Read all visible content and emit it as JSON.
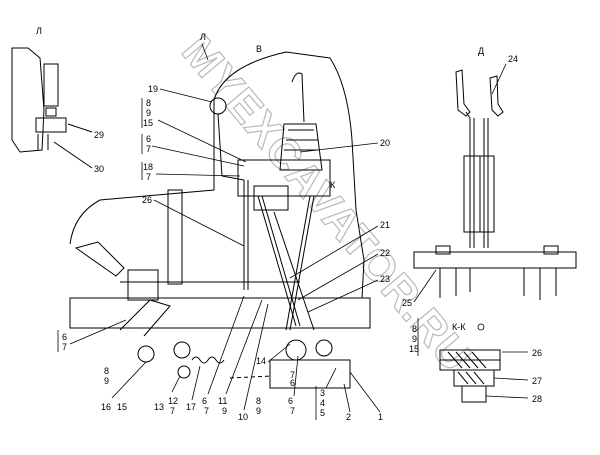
{
  "views": {
    "L": "Л",
    "V": "В",
    "D": "Д",
    "K": "К",
    "KK": "К-К"
  },
  "callouts": {
    "c1": "1",
    "c2": "2",
    "c3": "3",
    "c4": "4",
    "c5": "5",
    "c6": "6",
    "c7": "7",
    "c6b": "6",
    "c7b": "7",
    "c6c": "6",
    "c7c": "7",
    "c6d": "6",
    "c7d": "7",
    "c6e": "6",
    "c7e": "7",
    "c8": "8",
    "c9": "9",
    "c15": "15",
    "c8b": "8",
    "c9b": "9",
    "c15b": "15",
    "c8c": "8",
    "c9c": "9",
    "c15c": "15",
    "c8d": "8",
    "c9d": "9",
    "c10": "10",
    "c11": "11",
    "c9e": "9",
    "c12": "12",
    "c7f": "7",
    "c13": "13",
    "c14": "14",
    "c16": "16",
    "c17": "17",
    "c18": "18",
    "c7g": "7",
    "c19": "19",
    "c20": "20",
    "c21": "21",
    "c22": "22",
    "c23": "23",
    "c24": "24",
    "c25": "25",
    "c26": "26",
    "c26b": "26",
    "c27": "27",
    "c28": "28",
    "c29": "29",
    "c30": "30"
  },
  "watermark": "MYEXCAVATOR.RU"
}
